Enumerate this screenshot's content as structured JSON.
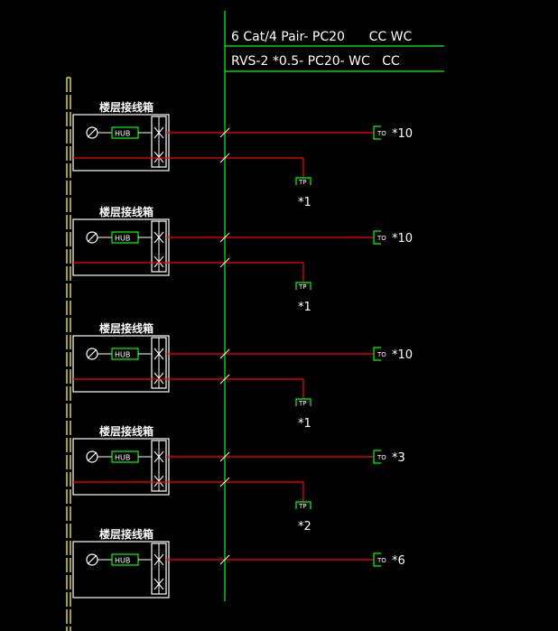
{
  "colors": {
    "background": "#000000",
    "line_white": "#ffffff",
    "line_green": "#00ff00",
    "line_red": "#ff0000",
    "riser_yellow": "#ffff00"
  },
  "legend": {
    "row1": "6 Cat/4 Pair- PC20      CC WC",
    "row2": "RVS-2 *0.5- PC20- WC   CC"
  },
  "floors": [
    {
      "box_label": "楼层接线箱",
      "hub_label": "HUB",
      "to_label": "TO",
      "to_count": "*10",
      "tp_label": "TP",
      "tp_count": "*1",
      "has_tp": true
    },
    {
      "box_label": "楼层接线箱",
      "hub_label": "HUB",
      "to_label": "TO",
      "to_count": "*10",
      "tp_label": "TP",
      "tp_count": "*1",
      "has_tp": true
    },
    {
      "box_label": "楼层接线箱",
      "hub_label": "HUB",
      "to_label": "TO",
      "to_count": "*10",
      "tp_label": "TP",
      "tp_count": "*1",
      "has_tp": true
    },
    {
      "box_label": "楼层接线箱",
      "hub_label": "HUB",
      "to_label": "TO",
      "to_count": "*3",
      "tp_label": "TP",
      "tp_count": "*2",
      "has_tp": true
    },
    {
      "box_label": "楼层接线箱",
      "hub_label": "HUB",
      "to_label": "TO",
      "to_count": "*6",
      "tp_label": "",
      "tp_count": "",
      "has_tp": false
    }
  ]
}
